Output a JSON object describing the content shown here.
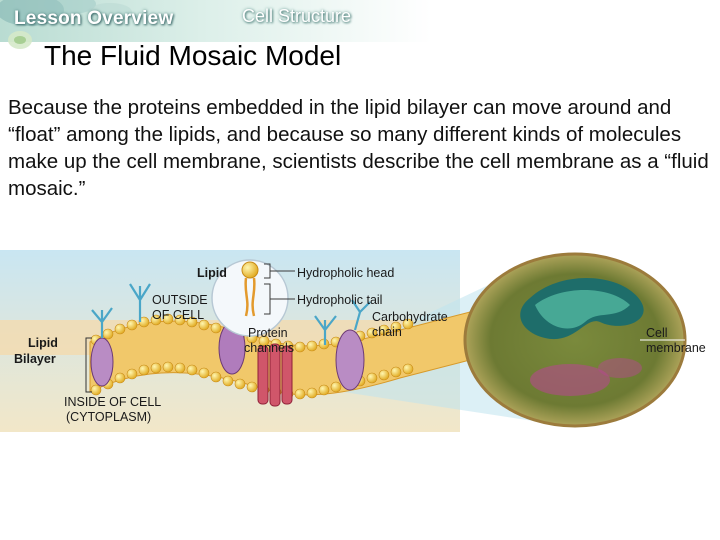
{
  "header": {
    "lesson_label": "Lesson Overview",
    "topic": "Cell Structure"
  },
  "slide": {
    "title": "The Fluid Mosaic Model",
    "body": "Because the proteins embedded in the lipid bilayer can move around and “float” among the lipids, and because so many different kinds of molecules make up the cell membrane, scientists describe the cell membrane as a “fluid mosaic.”"
  },
  "figure": {
    "lipid": "Lipid",
    "hydrophilic_head": "Hydropholic head",
    "hydrophobic_tail": "Hydropholic tail",
    "outside_line1": "OUTSIDE",
    "outside_line2": "OF CELL",
    "carbohydrate_line1": "Carbohydrate",
    "carbohydrate_line2": "chain",
    "protein_line1": "Protein",
    "protein_line2": "channels",
    "bilayer_line1": "Lipid",
    "bilayer_line2": "Bilayer",
    "inside_line1": "INSIDE OF CELL",
    "inside_line2": "(CYTOPLASM)",
    "cell_line1": "Cell",
    "cell_line2": "membrane"
  }
}
